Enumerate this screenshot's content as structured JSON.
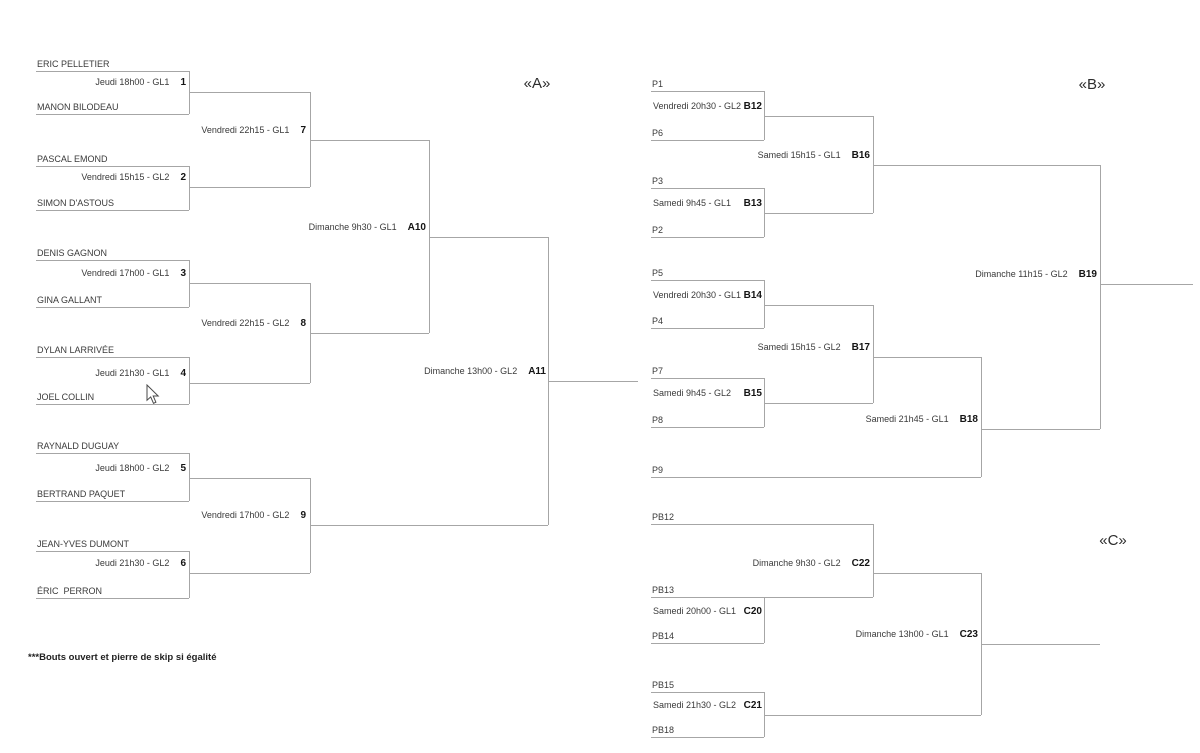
{
  "note": "***Bouts ouvert et pierre de skip si égalité",
  "A": {
    "title": "«A»",
    "m1": {
      "num": "1",
      "schedule": "Jeudi 18h00 - GL1",
      "top": "ERIC PELLETIER",
      "bottom": "MANON BILODEAU"
    },
    "m2": {
      "num": "2",
      "schedule": "Vendredi 15h15 - GL2",
      "top": "PASCAL EMOND",
      "bottom": "SIMON D'ASTOUS"
    },
    "m3": {
      "num": "3",
      "schedule": "Vendredi 17h00 - GL1",
      "top": "DENIS GAGNON",
      "bottom": "GINA GALLANT"
    },
    "m4": {
      "num": "4",
      "schedule": "Jeudi 21h30 - GL1",
      "top": "DYLAN LARRIVÉE",
      "bottom": "JOEL COLLIN"
    },
    "m5": {
      "num": "5",
      "schedule": "Jeudi 18h00 - GL2",
      "top": "RAYNALD DUGUAY",
      "bottom": "BERTRAND PAQUET"
    },
    "m6": {
      "num": "6",
      "schedule": "Jeudi 21h30 - GL2",
      "top": "JEAN-YVES DUMONT",
      "bottom": "ÉRIC  PERRON"
    },
    "m7": {
      "num": "7",
      "schedule": "Vendredi 22h15 - GL1"
    },
    "m8": {
      "num": "8",
      "schedule": "Vendredi 22h15 - GL2"
    },
    "m9": {
      "num": "9",
      "schedule": "Vendredi 17h00 - GL2"
    },
    "m10": {
      "num": "A10",
      "schedule": "Dimanche 9h30 - GL1"
    },
    "m11": {
      "num": "A11",
      "schedule": "Dimanche 13h00 - GL2"
    }
  },
  "B": {
    "title": "«B»",
    "m12": {
      "num": "B12",
      "schedule": "Vendredi 20h30 - GL2",
      "top": "P1",
      "bottom": "P6"
    },
    "m13": {
      "num": "B13",
      "schedule": "Samedi 9h45 - GL1",
      "top": "P3",
      "bottom": "P2"
    },
    "m14": {
      "num": "B14",
      "schedule": "Vendredi 20h30 - GL1",
      "top": "P5",
      "bottom": "P4"
    },
    "m15": {
      "num": "B15",
      "schedule": "Samedi 9h45 - GL2",
      "top": "P7",
      "bottom": "P8"
    },
    "m16": {
      "num": "B16",
      "schedule": "Samedi 15h15 - GL1"
    },
    "m17": {
      "num": "B17",
      "schedule": "Samedi 15h15 - GL2"
    },
    "m18": {
      "num": "B18",
      "schedule": "Samedi 21h45 - GL1",
      "bottom": "P9"
    },
    "m19": {
      "num": "B19",
      "schedule": "Dimanche 11h15 - GL2"
    }
  },
  "C": {
    "title": "«C»",
    "m20": {
      "num": "C20",
      "schedule": "Samedi 20h00 - GL1",
      "top": "PB13",
      "bottom": "PB14"
    },
    "m21": {
      "num": "C21",
      "schedule": "Samedi 21h30 - GL2",
      "top": "PB15",
      "bottom": "PB18"
    },
    "m22": {
      "num": "C22",
      "schedule": "Dimanche 9h30 - GL2",
      "top": "PB12"
    },
    "m23": {
      "num": "C23",
      "schedule": "Dimanche 13h00 - GL1"
    }
  }
}
